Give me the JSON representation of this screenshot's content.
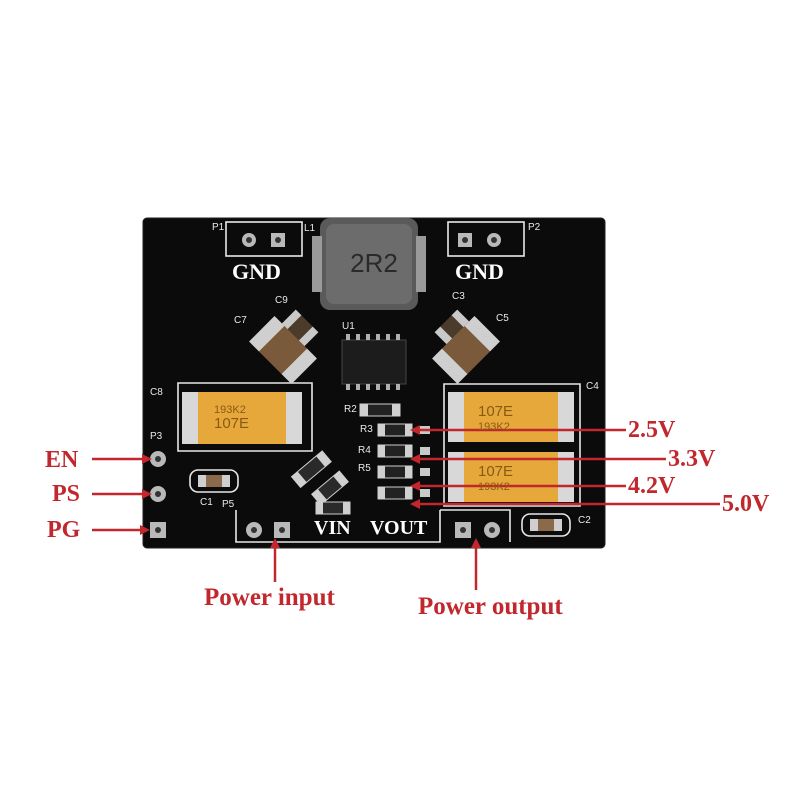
{
  "board": {
    "inductor_marking": "2R2",
    "gnd_left": "GND",
    "gnd_right": "GND",
    "vin": "VIN",
    "vout": "VOUT",
    "refs": {
      "p1": "P1",
      "l1": "L1",
      "p2": "P2",
      "c9": "C9",
      "c3": "C3",
      "c7": "C7",
      "u1": "U1",
      "c5": "C5",
      "c8": "C8",
      "c4": "C4",
      "r2": "R2",
      "r3": "R3",
      "r4": "R4",
      "r5": "R5",
      "p3": "P3",
      "c1": "C1",
      "p5": "P5",
      "c2": "C2"
    },
    "cap_marking_left": "107E",
    "cap_marking_right_top": "107E",
    "cap_marking_right_bottom": "107E",
    "cap_code_left": "193K2",
    "cap_code_right_top": "193K2",
    "cap_code_right_bottom": "193K2"
  },
  "annotations": {
    "en": "EN",
    "ps": "PS",
    "pg": "PG",
    "v25": "2.5V",
    "v33": "3.3V",
    "v42": "4.2V",
    "v50": "5.0V",
    "power_input": "Power input",
    "power_output": "Power output"
  },
  "colors": {
    "pcb": "#0b0b0b",
    "annotation": "#c1272d",
    "silkscreen": "#ffffff",
    "tantalum": "#e6a83a",
    "pad": "#b9b9b9"
  }
}
